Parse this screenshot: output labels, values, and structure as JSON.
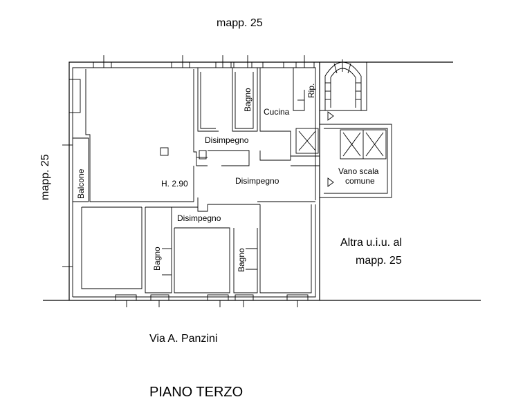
{
  "labels": {
    "top_mapp": "mapp. 25",
    "left_mapp": "mapp. 25",
    "bagno_top": "Bagno",
    "rip": "Rip.",
    "cucina": "Cucina",
    "disimpegno_1": "Disimpegno",
    "disimpegno_2": "Disimpegno",
    "disimpegno_3": "Disimpegno",
    "vano_scala_1": "Vano scala",
    "vano_scala_2": "comune",
    "balcone": "Balcone",
    "height": "H. 2.90",
    "bagno_left": "Bagno",
    "bagno_right": "Bagno",
    "altra_1": "Altra u.i.u. al",
    "altra_2": "mapp. 25",
    "street": "Via A. Panzini",
    "floor_title": "PIANO TERZO"
  }
}
